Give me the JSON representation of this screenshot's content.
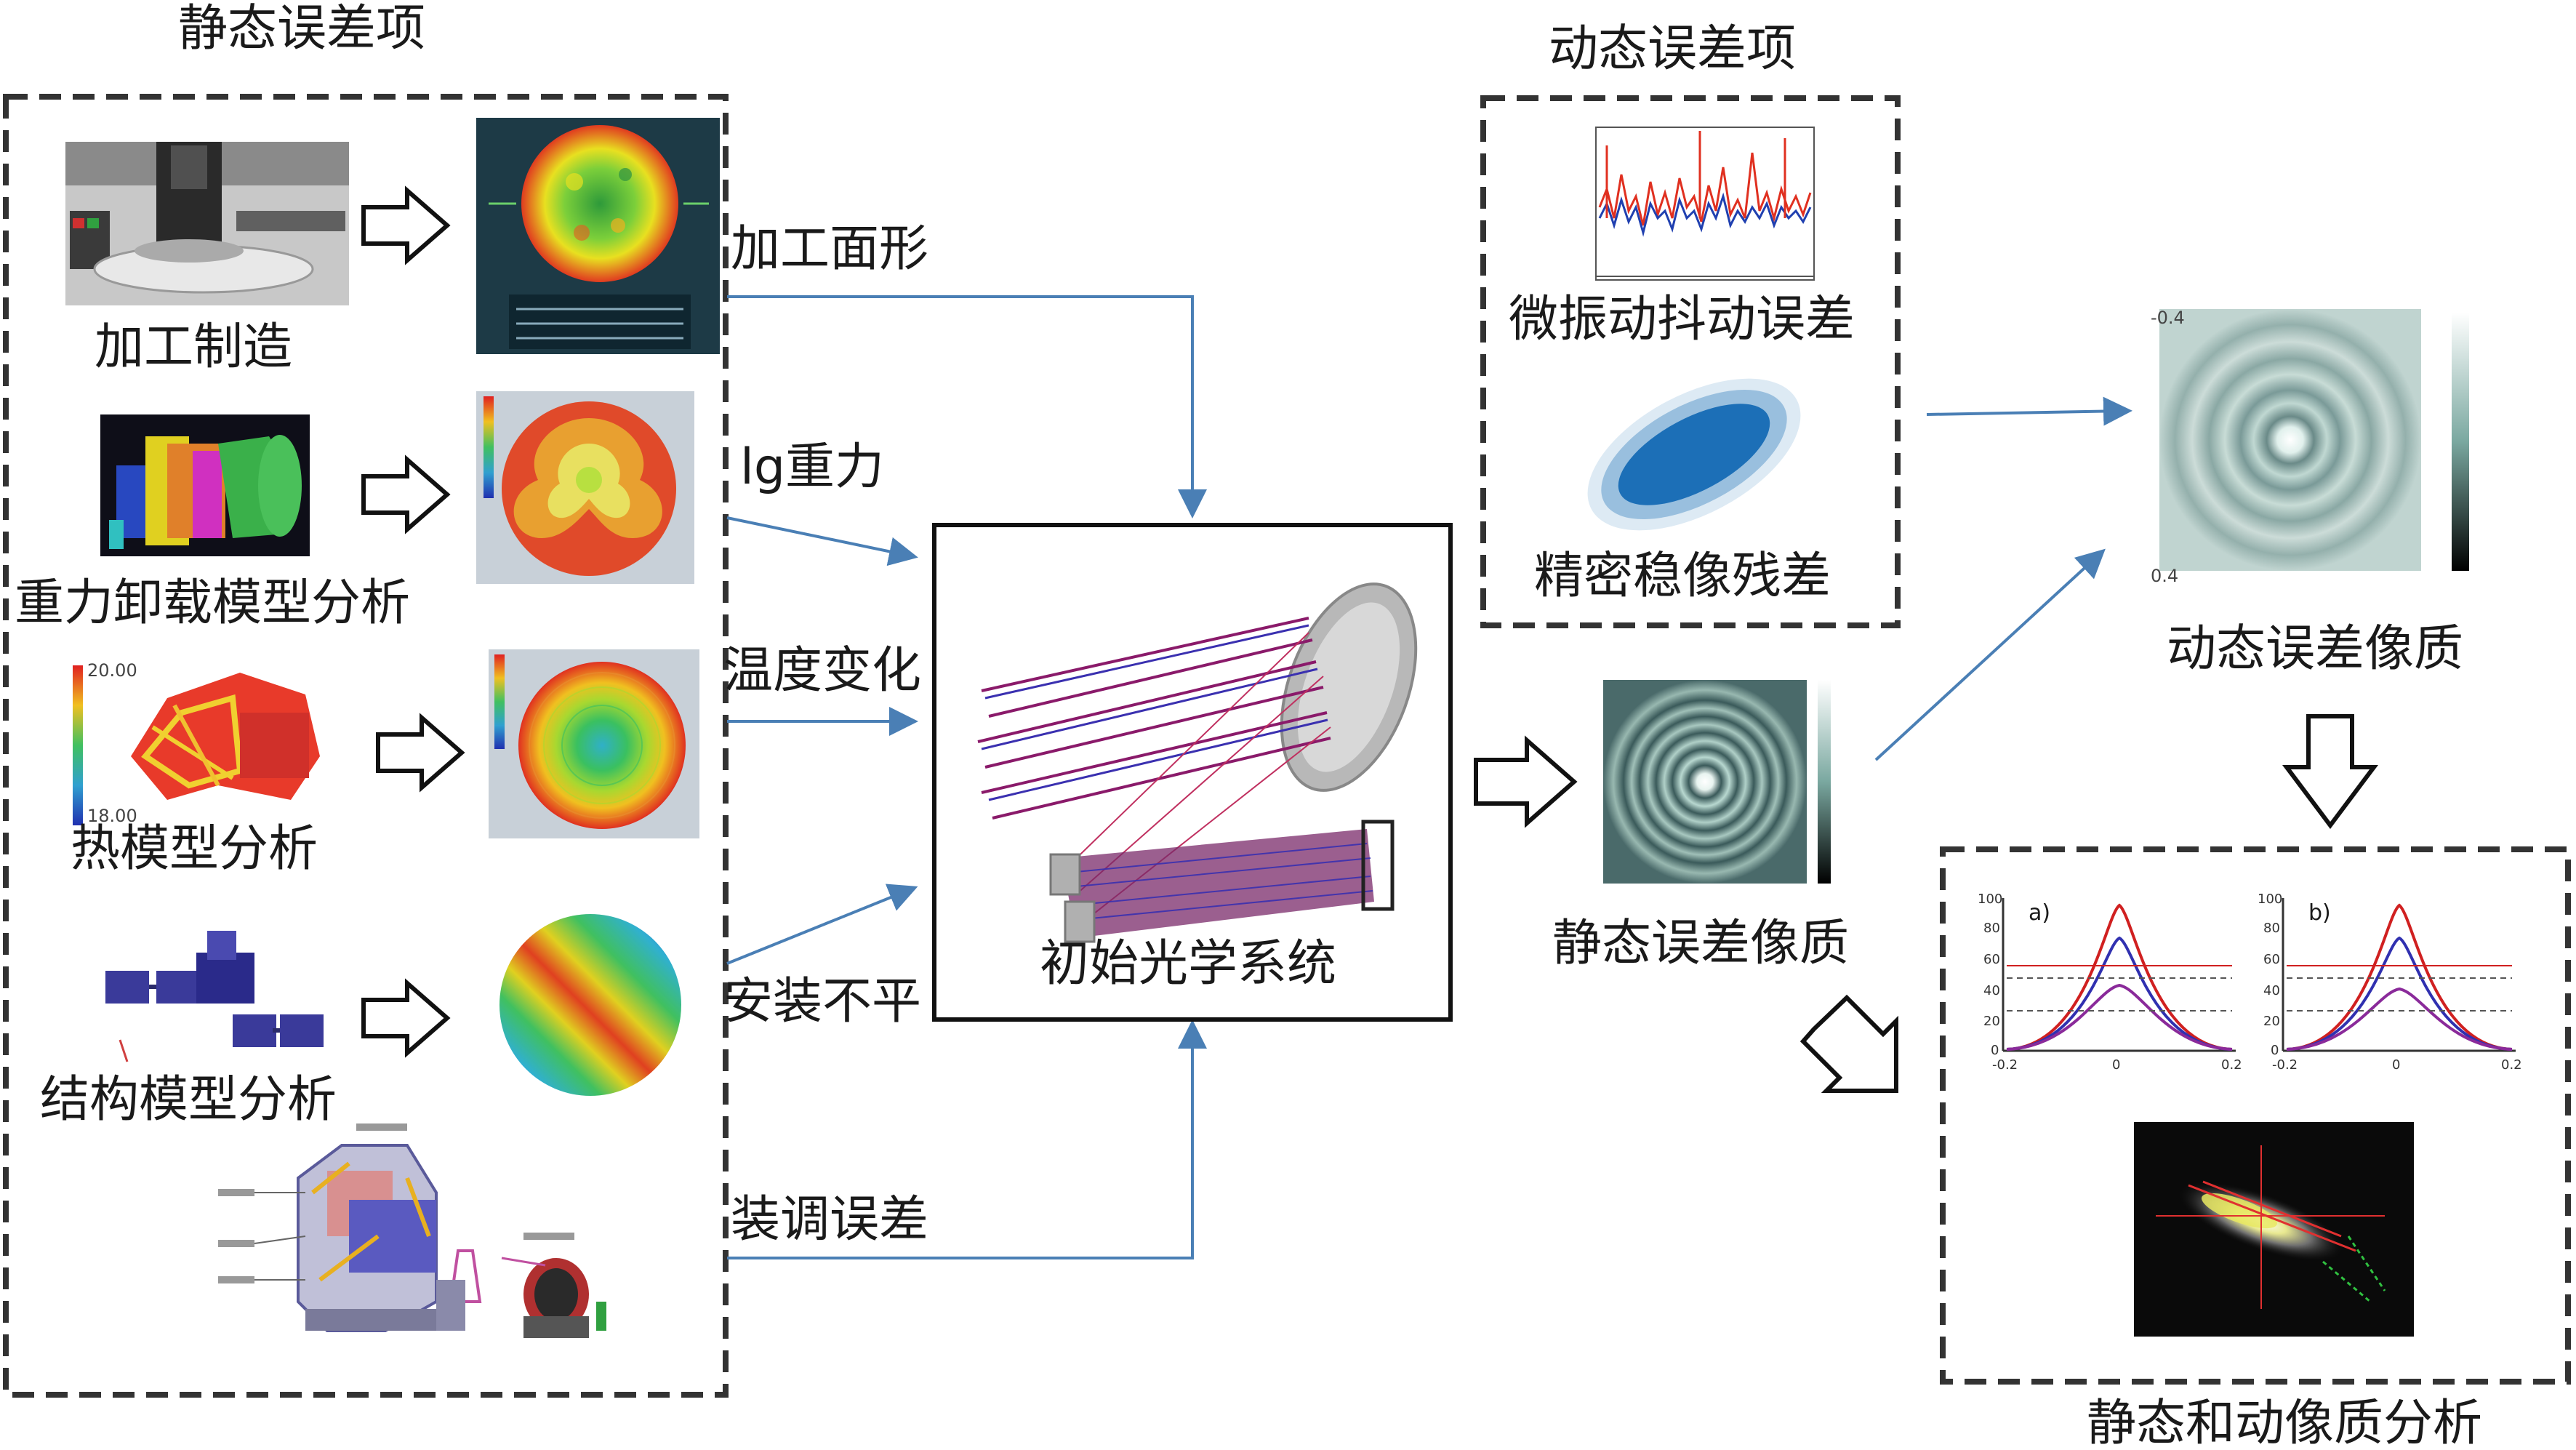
{
  "static_section": {
    "title": "静态误差项",
    "manufacturing": "加工制造",
    "gravity_model": "重力卸载模型分析",
    "thermal_model": "热模型分析",
    "structure_model": "结构模型分析"
  },
  "dynamic_section": {
    "title": "动态误差项",
    "jitter": "微振动抖动误差",
    "stabilization": "精密稳像残差"
  },
  "connectors": {
    "surface": "加工面形",
    "gravity": "lg重力",
    "temperature": "温度变化",
    "mounting": "安装不平",
    "alignment": "装调误差"
  },
  "center": {
    "optical_system": "初始光学系统"
  },
  "outputs": {
    "static_quality": "静态误差像质",
    "dynamic_quality": "动态误差像质",
    "analysis": "静态和动像质分析"
  },
  "profile_panels": {
    "panel_a": "a)",
    "panel_b": "b)",
    "y_ticks": [
      "100",
      "80",
      "60",
      "40",
      "20",
      "0"
    ],
    "x_ticks_a": [
      "-0.2",
      "0",
      "0.2"
    ],
    "x_ticks_b": [
      "-0.2",
      "0",
      "0.2"
    ]
  },
  "colors": {
    "arrow_blue": "#4a7fb5",
    "dash_border": "#333333",
    "jitter_red": "#e03020",
    "jitter_blue": "#2040b0",
    "scatter_blue": "#1e6fb8"
  }
}
